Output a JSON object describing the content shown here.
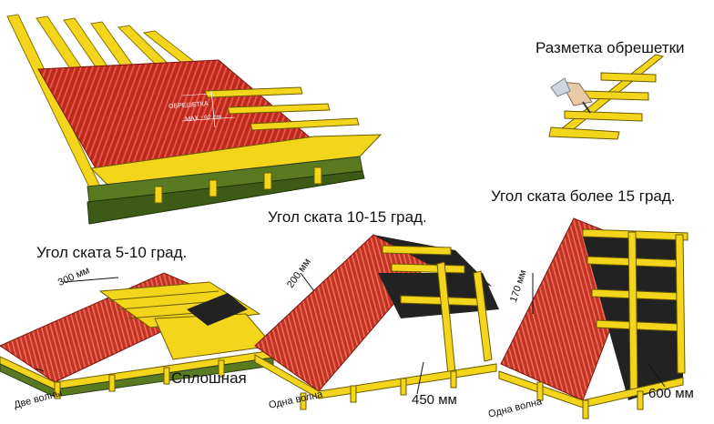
{
  "labels": {
    "marking": "Разметка обрешетки",
    "angle_5_10": "Угол ската 5-10 град.",
    "angle_10_15": "Угол ската 10-15 град.",
    "angle_over_15": "Угол ската более 15 град.",
    "solid": "Сплошная",
    "two_waves": "Две волны",
    "one_wave_mid": "Одна волна",
    "one_wave_right": "Одна волна",
    "dim_300": "300 мм",
    "dim_200": "200 мм",
    "dim_170": "170 мм",
    "dim_450": "450 мм",
    "dim_600": "600 мм",
    "lathing": "ОБРЕШЕТКА",
    "max_62": "MAX : 62 cm"
  },
  "colors": {
    "sheet_red": "#c0281c",
    "sheet_dark": "#8e1a12",
    "wood_yellow": "#f3d61c",
    "wood_dark": "#b89a10",
    "frame_green": "#4a6a1e",
    "membrane_black": "#222222"
  }
}
